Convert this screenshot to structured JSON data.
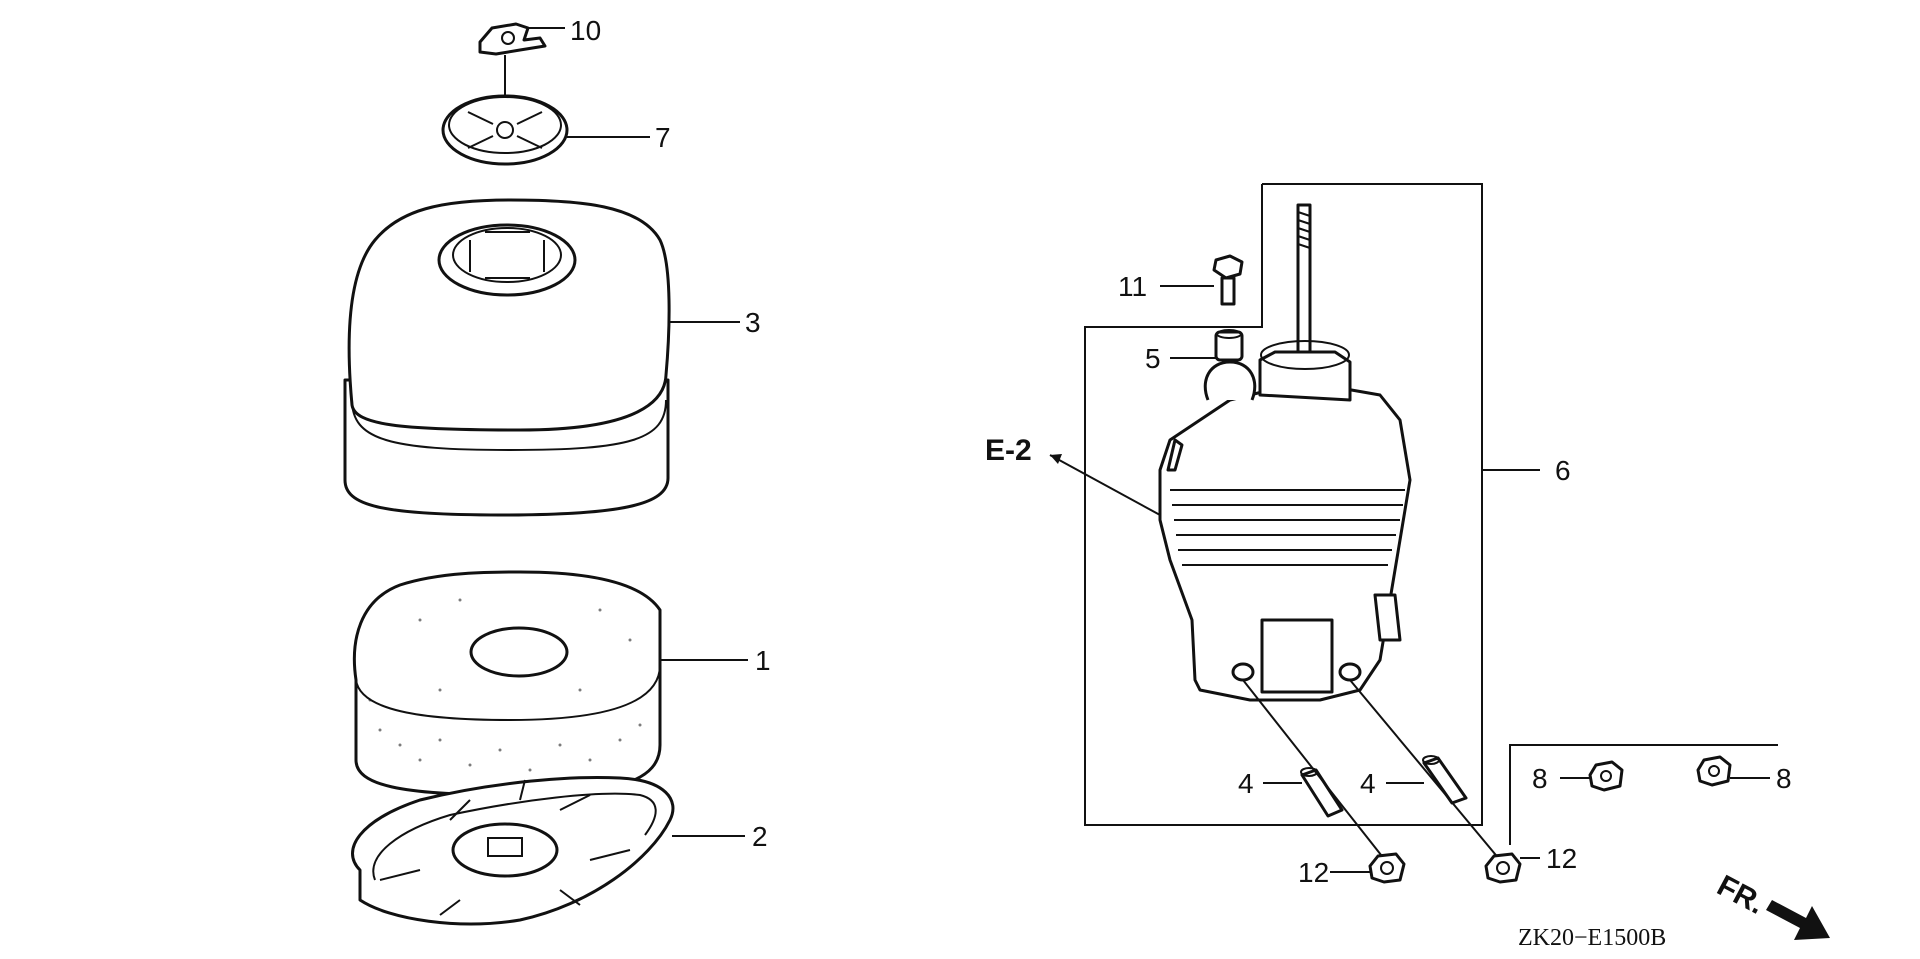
{
  "callouts": {
    "c10": "10",
    "c7": "7",
    "c3": "3",
    "c1": "1",
    "c2": "2",
    "c11": "11",
    "c5": "5",
    "c6": "6",
    "c4a": "4",
    "c4b": "4",
    "c8a": "8",
    "c8b": "8",
    "c12a": "12",
    "c12b": "12"
  },
  "reference_label": "E-2",
  "direction_label": "FR.",
  "diagram_code": "ZK20−E1500B"
}
